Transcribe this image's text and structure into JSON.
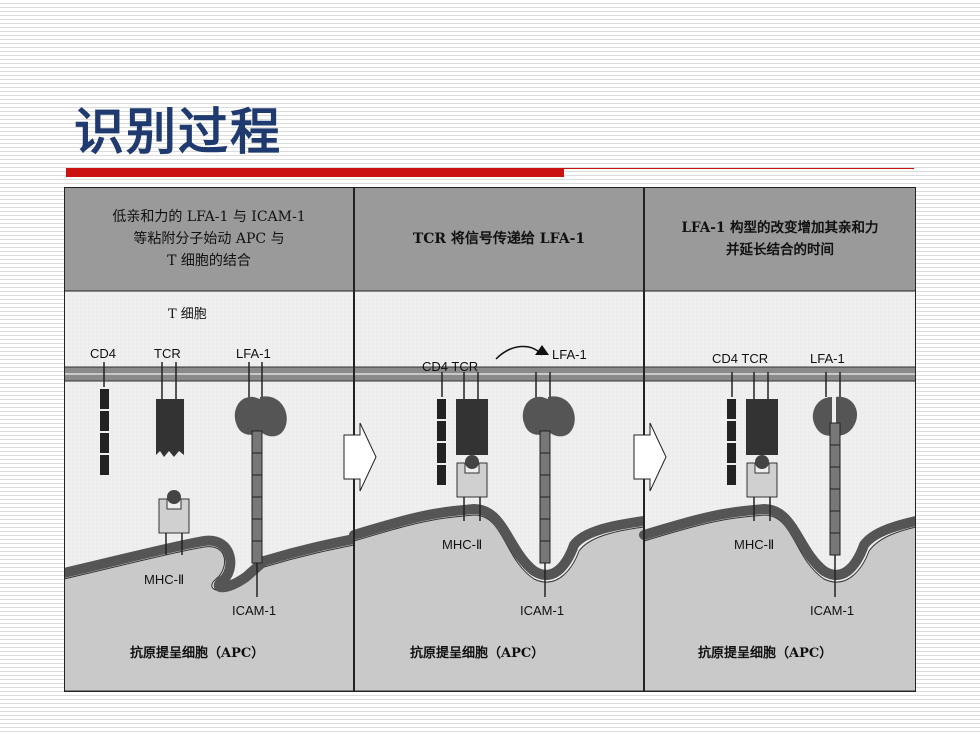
{
  "slide": {
    "title": "识别过程"
  },
  "panels": [
    {
      "caption": [
        "低亲和力的 LFA-1 与 ICAM-1",
        "等粘附分子始动 APC 与",
        "T 细胞的结合"
      ],
      "cell_label": "T 细胞",
      "labels": {
        "cd4": "CD4",
        "tcr": "TCR",
        "lfa1": "LFA-1",
        "mhc": "MHC-Ⅱ",
        "icam": "ICAM-1"
      },
      "apc": "抗原提呈细胞（APC）"
    },
    {
      "caption": [
        "TCR 将信号传递给 LFA-1"
      ],
      "labels": {
        "cd4_tcr": "CD4 TCR",
        "lfa1": "LFA-1",
        "mhc": "MHC-Ⅱ",
        "icam": "ICAM-1"
      },
      "apc": "抗原提呈细胞（APC）"
    },
    {
      "caption": [
        "LFA-1 构型的改变增加其亲和力",
        "并延长结合的时间"
      ],
      "labels": {
        "cd4_tcr": "CD4 TCR",
        "lfa1": "LFA-1",
        "mhc": "MHC-Ⅱ",
        "icam": "ICAM-1"
      },
      "apc": "抗原提呈细胞（APC）"
    }
  ]
}
